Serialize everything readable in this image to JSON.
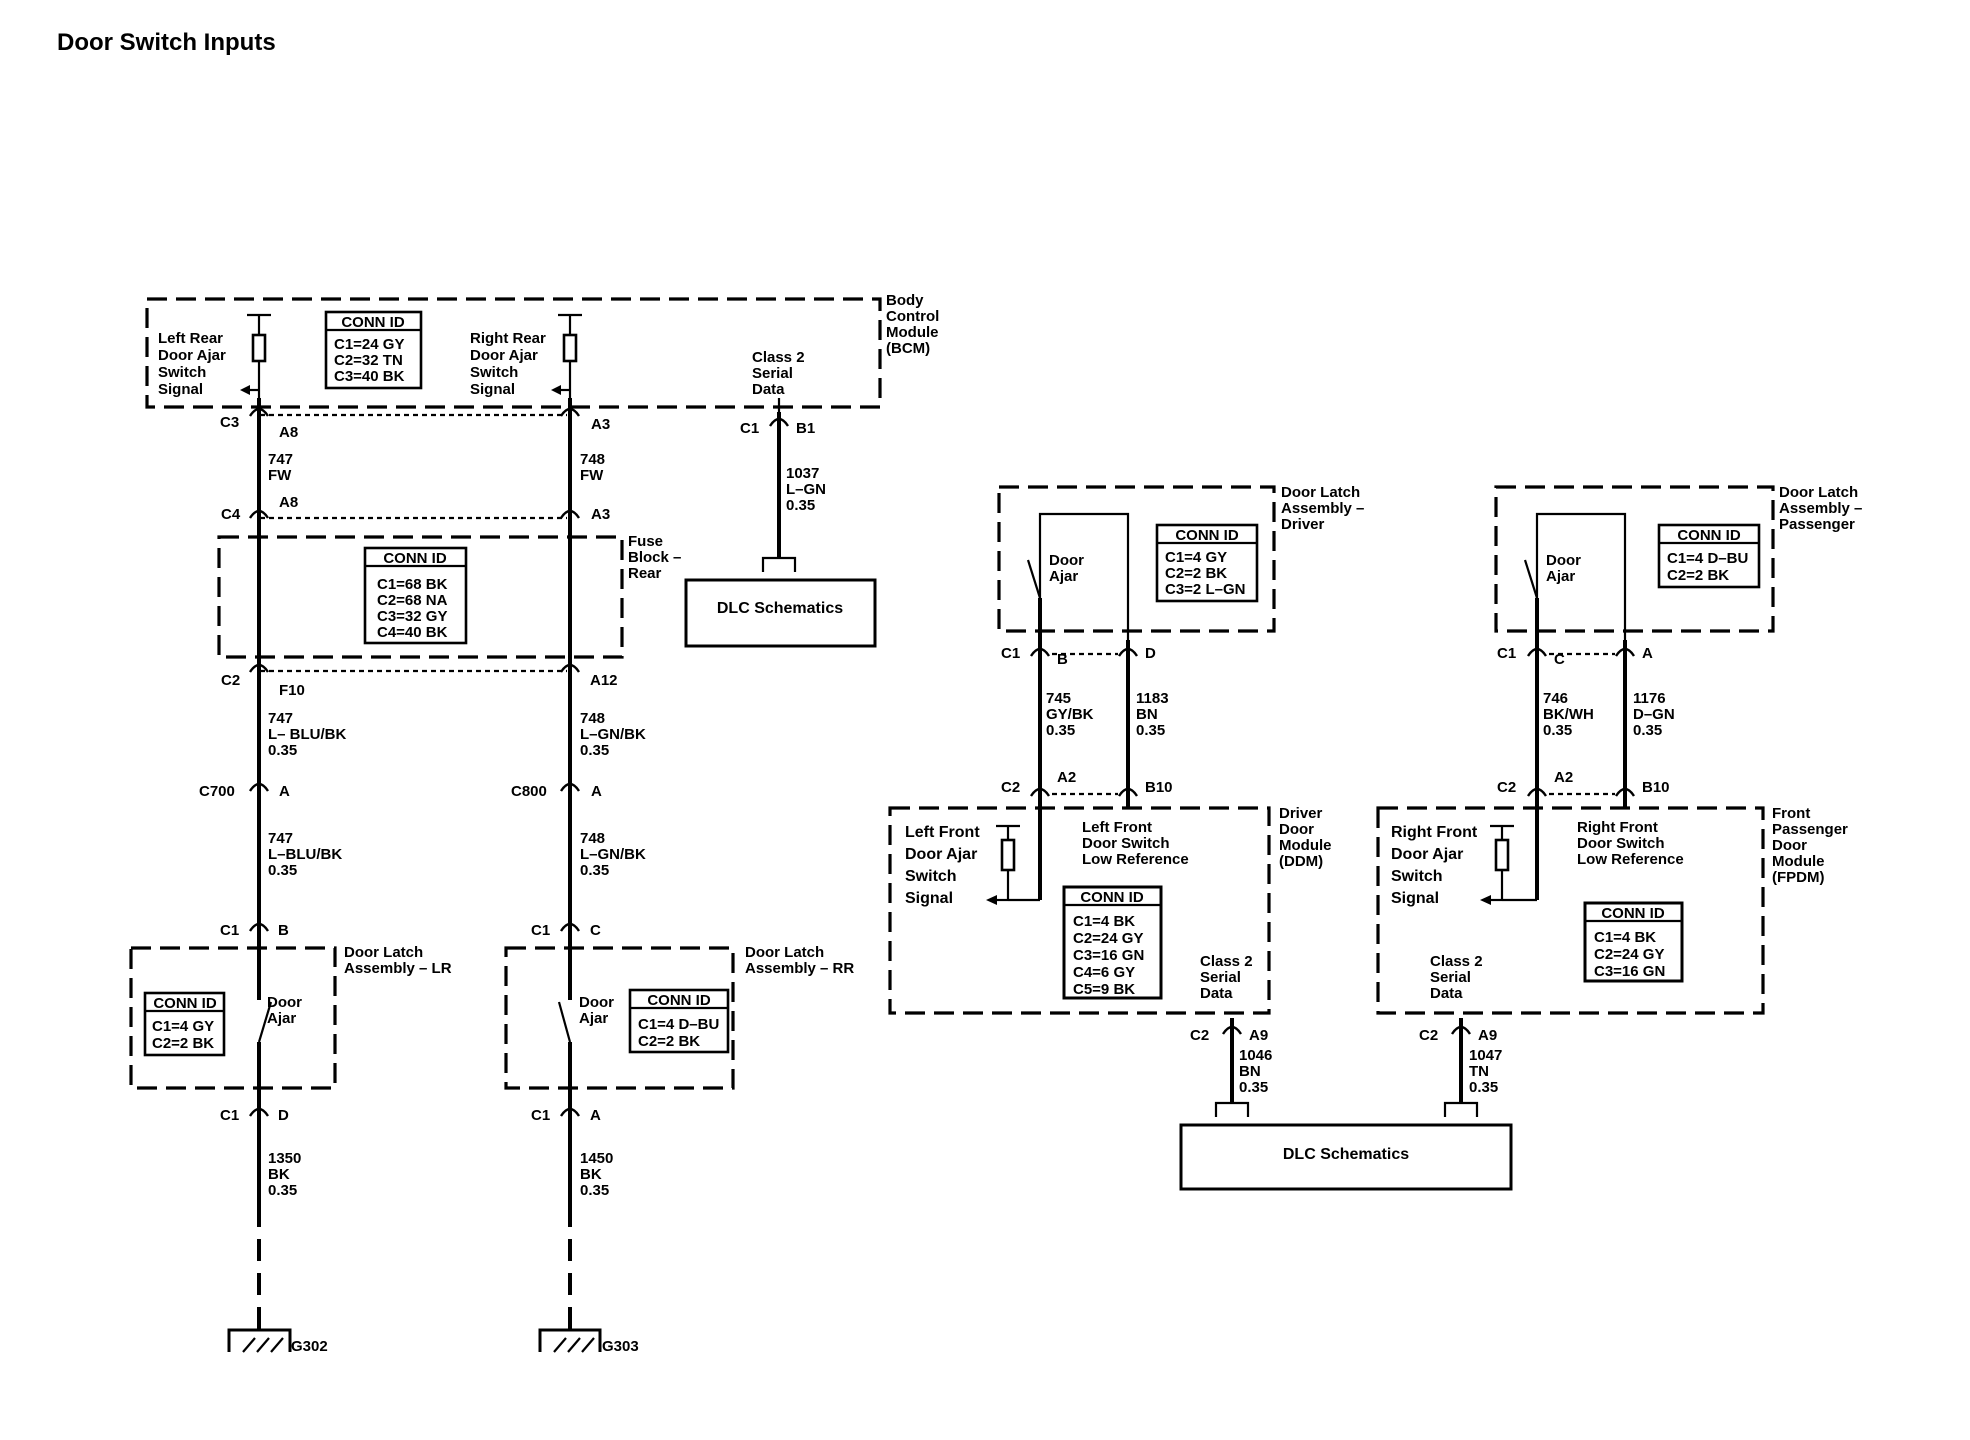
{
  "title": "Door Switch Inputs",
  "modules": {
    "bcm": {
      "label": [
        "Body",
        "Control",
        "Module",
        "(BCM)"
      ]
    },
    "fuse": {
      "label": [
        "Fuse",
        "Block –",
        "Rear"
      ]
    },
    "lr": {
      "label": [
        "Door Latch",
        "Assembly – LR"
      ]
    },
    "rr": {
      "label": [
        "Door Latch",
        "Assembly – RR"
      ]
    },
    "driver_latch": {
      "label": [
        "Door Latch",
        "Assembly –",
        "Driver"
      ]
    },
    "pass_latch": {
      "label": [
        "Door Latch",
        "Assembly –",
        "Passenger"
      ]
    },
    "ddm": {
      "label": [
        "Driver",
        "Door",
        "Module",
        "(DDM)"
      ]
    },
    "fpdm": {
      "label": [
        "Front",
        "Passenger",
        "Door",
        "Module",
        "(FPDM)"
      ]
    }
  },
  "conn_ids": {
    "bcm": {
      "header": "CONN ID",
      "lines": [
        "C1=24 GY",
        "C2=32 TN",
        "C3=40 BK"
      ]
    },
    "fuse": {
      "header": "CONN ID",
      "lines": [
        "C1=68 BK",
        "C2=68 NA",
        "C3=32 GY",
        "C4=40 BK"
      ]
    },
    "lr": {
      "header": "CONN ID",
      "lines": [
        "C1=4 GY",
        "C2=2 BK"
      ]
    },
    "rr": {
      "header": "CONN ID",
      "lines": [
        "C1=4 D–BU",
        "C2=2 BK"
      ]
    },
    "driver_latch": {
      "header": "CONN ID",
      "lines": [
        "C1=4 GY",
        "C2=2 BK",
        "C3=2 L–GN"
      ]
    },
    "pass_latch": {
      "header": "CONN ID",
      "lines": [
        "C1=4 D–BU",
        "C2=2 BK"
      ]
    },
    "ddm": {
      "header": "CONN ID",
      "lines": [
        "C1=4 BK",
        "C2=24 GY",
        "C3=16 GN",
        "C4=6 GY",
        "C5=9 BK"
      ]
    },
    "fpdm": {
      "header": "CONN ID",
      "lines": [
        "C1=4 BK",
        "C2=24 GY",
        "C3=16 GN"
      ]
    }
  },
  "signals": {
    "lr_signal": [
      "Left Rear",
      "Door Ajar",
      "Switch",
      "Signal"
    ],
    "rr_signal": [
      "Right Rear",
      "Door Ajar",
      "Switch",
      "Signal"
    ],
    "class2_bcm": [
      "Class 2",
      "Serial",
      "Data"
    ],
    "lf_signal": [
      "Left Front",
      "Door Ajar",
      "Switch",
      "Signal"
    ],
    "lf_lowref": [
      "Left Front",
      "Door Switch",
      "Low Reference"
    ],
    "rf_signal": [
      "Right Front",
      "Door Ajar",
      "Switch",
      "Signal"
    ],
    "rf_lowref": [
      "Right Front",
      "Door Switch",
      "Low Reference"
    ],
    "class2_ddm": [
      "Class 2",
      "Serial",
      "Data"
    ],
    "class2_fpdm": [
      "Class 2",
      "Serial",
      "Data"
    ]
  },
  "switches": {
    "lr": [
      "Door",
      "Ajar"
    ],
    "rr": [
      "Door",
      "Ajar"
    ],
    "driver": [
      "Door",
      "Ajar"
    ],
    "pass": [
      "Door",
      "Ajar"
    ]
  },
  "dlc": {
    "bcm": "DLC Schematics",
    "front": "DLC Schematics"
  },
  "connectors": {
    "bcm_c3": "C3",
    "bcm_a8": "A8",
    "bcm_a3": "A3",
    "bcm_c1": "C1",
    "bcm_b1": "B1",
    "fuse_c4": "C4",
    "fuse_a8": "A8",
    "fuse_a3": "A3",
    "fuse_c2": "C2",
    "fuse_f10": "F10",
    "fuse_a12": "A12",
    "c700": "C700",
    "c700_pin": "A",
    "c800": "C800",
    "c800_pin": "A",
    "lr_c1_top": "C1",
    "lr_b": "B",
    "rr_c1_top": "C1",
    "rr_c": "C",
    "lr_c1_bot": "C1",
    "lr_d": "D",
    "rr_c1_bot": "C1",
    "rr_a": "A",
    "drv_c1": "C1",
    "drv_b": "B",
    "drv_d": "D",
    "drv_c2": "C2",
    "drv_a2": "A2",
    "drv_b10": "B10",
    "pas_c1": "C1",
    "pas_c": "C",
    "pas_a": "A",
    "pas_c2": "C2",
    "pas_a2": "A2",
    "pas_b10": "B10",
    "ddm_c2": "C2",
    "ddm_a9": "A9",
    "fpdm_c2": "C2",
    "fpdm_a9": "A9"
  },
  "wires": {
    "w747_fw": [
      "747",
      "FW"
    ],
    "w748_fw": [
      "748",
      "FW"
    ],
    "w1037": [
      "1037",
      "L–GN",
      "0.35"
    ],
    "w747_a": [
      "747",
      "L– BLU/BK",
      "0.35"
    ],
    "w748_a": [
      "748",
      "L–GN/BK",
      "0.35"
    ],
    "w747_b": [
      "747",
      "L–BLU/BK",
      "0.35"
    ],
    "w748_b": [
      "748",
      "L–GN/BK",
      "0.35"
    ],
    "w1350": [
      "1350",
      "BK",
      "0.35"
    ],
    "w1450": [
      "1450",
      "BK",
      "0.35"
    ],
    "w745": [
      "745",
      "GY/BK",
      "0.35"
    ],
    "w1183": [
      "1183",
      "BN",
      "0.35"
    ],
    "w746": [
      "746",
      "BK/WH",
      "0.35"
    ],
    "w1176": [
      "1176",
      "D–GN",
      "0.35"
    ],
    "w1046": [
      "1046",
      "BN",
      "0.35"
    ],
    "w1047": [
      "1047",
      "TN",
      "0.35"
    ]
  },
  "grounds": {
    "g302": "G302",
    "g303": "G303"
  }
}
